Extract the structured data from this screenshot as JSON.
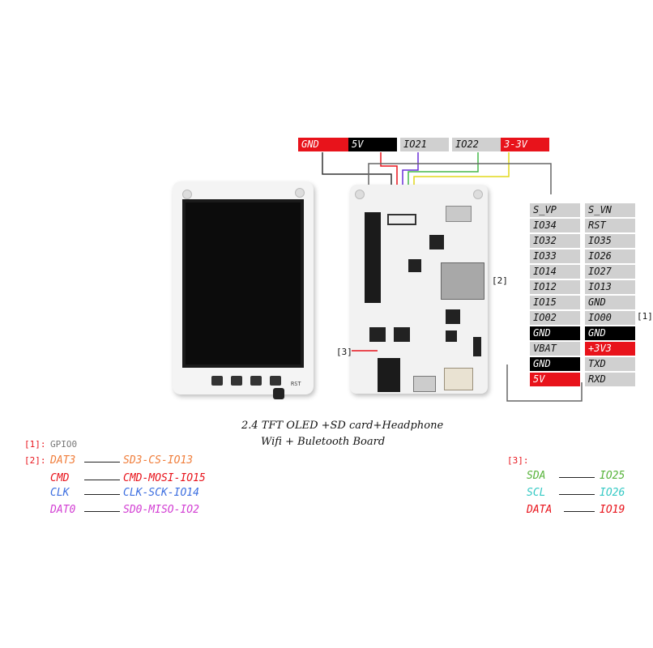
{
  "top_pins": [
    {
      "label": "GND",
      "style": "red"
    },
    {
      "label": "5V",
      "style": "black"
    },
    {
      "label": "IO21",
      "style": "grey"
    },
    {
      "label": "IO22",
      "style": "grey"
    },
    {
      "label": "3-3V",
      "style": "red"
    }
  ],
  "header_left": [
    {
      "label": "S_VP",
      "style": "grey"
    },
    {
      "label": "IO34",
      "style": "grey"
    },
    {
      "label": "IO32",
      "style": "grey"
    },
    {
      "label": "IO33",
      "style": "grey"
    },
    {
      "label": "IO14",
      "style": "grey"
    },
    {
      "label": "IO12",
      "style": "grey"
    },
    {
      "label": "IO15",
      "style": "grey"
    },
    {
      "label": "IO02",
      "style": "grey"
    },
    {
      "label": "GND",
      "style": "black"
    },
    {
      "label": "VBAT",
      "style": "grey"
    },
    {
      "label": "GND",
      "style": "black"
    },
    {
      "label": "5V",
      "style": "red"
    }
  ],
  "header_right": [
    {
      "label": "S_VN",
      "style": "grey"
    },
    {
      "label": "RST",
      "style": "grey"
    },
    {
      "label": "IO35",
      "style": "grey"
    },
    {
      "label": "IO26",
      "style": "grey"
    },
    {
      "label": "IO27",
      "style": "grey"
    },
    {
      "label": "IO13",
      "style": "grey"
    },
    {
      "label": "GND",
      "style": "grey"
    },
    {
      "label": "IO00",
      "style": "grey"
    },
    {
      "label": "GND",
      "style": "black"
    },
    {
      "label": "+3V3",
      "style": "red"
    },
    {
      "label": "TXD",
      "style": "grey"
    },
    {
      "label": "RXD",
      "style": "grey"
    }
  ],
  "markers": {
    "io00_ref": "[1]",
    "sd_ref": "[2]",
    "ic_ref": "[3]",
    "rst_label": "RST"
  },
  "caption": {
    "line1": "2.4 TFT OLED +SD card+Headphone",
    "line2": "Wifi + Buletooth Board"
  },
  "notes": {
    "n1_key": "[1]:",
    "n1_value": "GPIO0",
    "n2_key": "[2]:",
    "n3_key": "[3]:"
  },
  "sd_legend": [
    {
      "left": "DAT3",
      "right": "SD3-CS-IO13",
      "color": "#f07d3a"
    },
    {
      "left": "CMD",
      "right": "CMD-MOSI-IO15",
      "color": "#e8131b"
    },
    {
      "left": "CLK",
      "right": "CLK-SCK-IO14",
      "color": "#3d6fe0"
    },
    {
      "left": "DAT0",
      "right": "SD0-MISO-IO2",
      "color": "#d23ed3"
    }
  ],
  "i2c_legend": [
    {
      "left": "SDA",
      "right": "IO25",
      "color": "#57b33a"
    },
    {
      "left": "SCL",
      "right": "IO26",
      "color": "#35c9c4"
    },
    {
      "left": "DATA",
      "right": "IO19",
      "color": "#e8131b"
    }
  ],
  "colors": {
    "wire_black": "#333333",
    "wire_red": "#e8131b",
    "wire_purple": "#6a2fd8",
    "wire_green": "#46b84a",
    "wire_yellow": "#e2d81c",
    "wire_grey": "#666666"
  }
}
